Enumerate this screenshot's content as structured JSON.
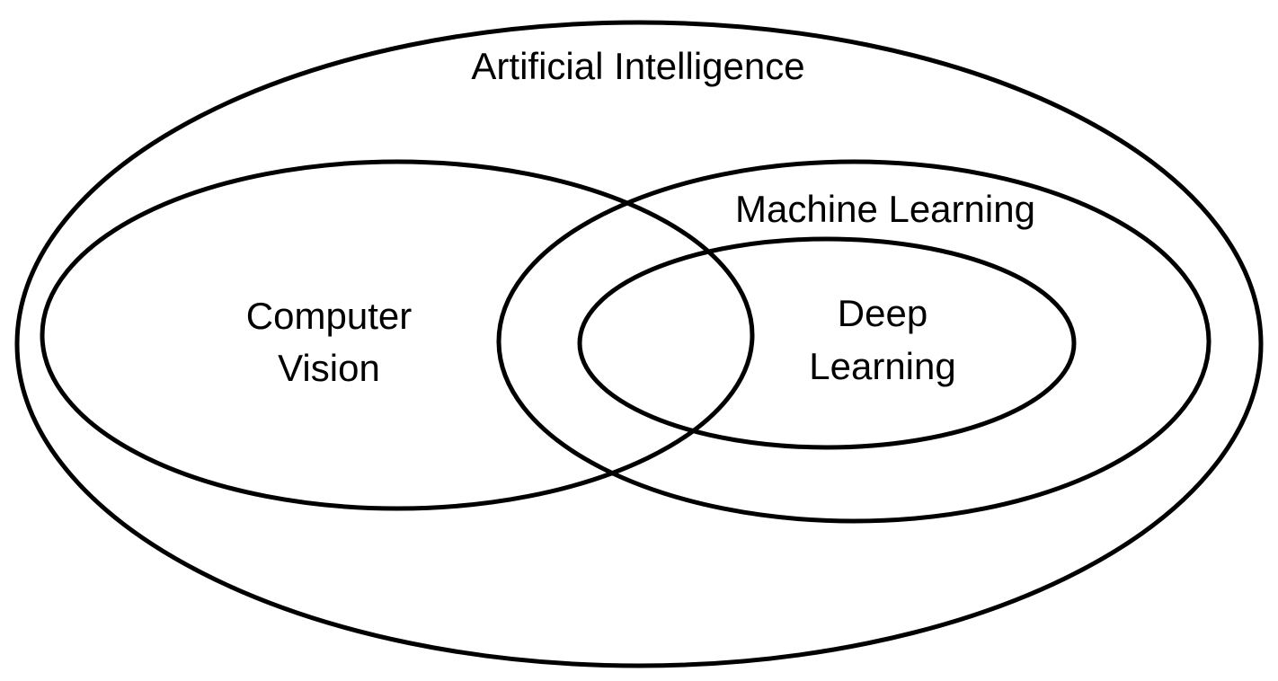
{
  "diagram": {
    "type": "venn",
    "stroke_color": "#000000",
    "background_color": "#ffffff",
    "sets": {
      "ai": {
        "label": "Artificial Intelligence"
      },
      "cv": {
        "label_line1": "Computer",
        "label_line2": "Vision"
      },
      "ml": {
        "label": "Machine Learning"
      },
      "dl": {
        "label_line1": "Deep",
        "label_line2": "Learning"
      }
    },
    "relationships": [
      "Machine Learning is contained in Artificial Intelligence",
      "Deep Learning is contained in Machine Learning",
      "Computer Vision is contained in Artificial Intelligence",
      "Computer Vision overlaps Machine Learning",
      "Computer Vision overlaps Deep Learning"
    ]
  }
}
